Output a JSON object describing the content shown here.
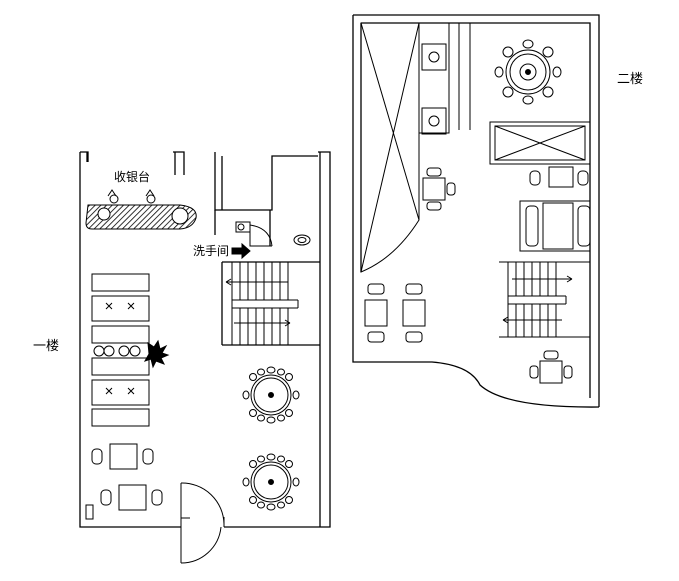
{
  "labels": {
    "floor1": "一楼",
    "floor2": "二楼",
    "cashier": "收银台",
    "washroom": "洗手间"
  },
  "colors": {
    "line": "#000000",
    "background": "#ffffff"
  }
}
